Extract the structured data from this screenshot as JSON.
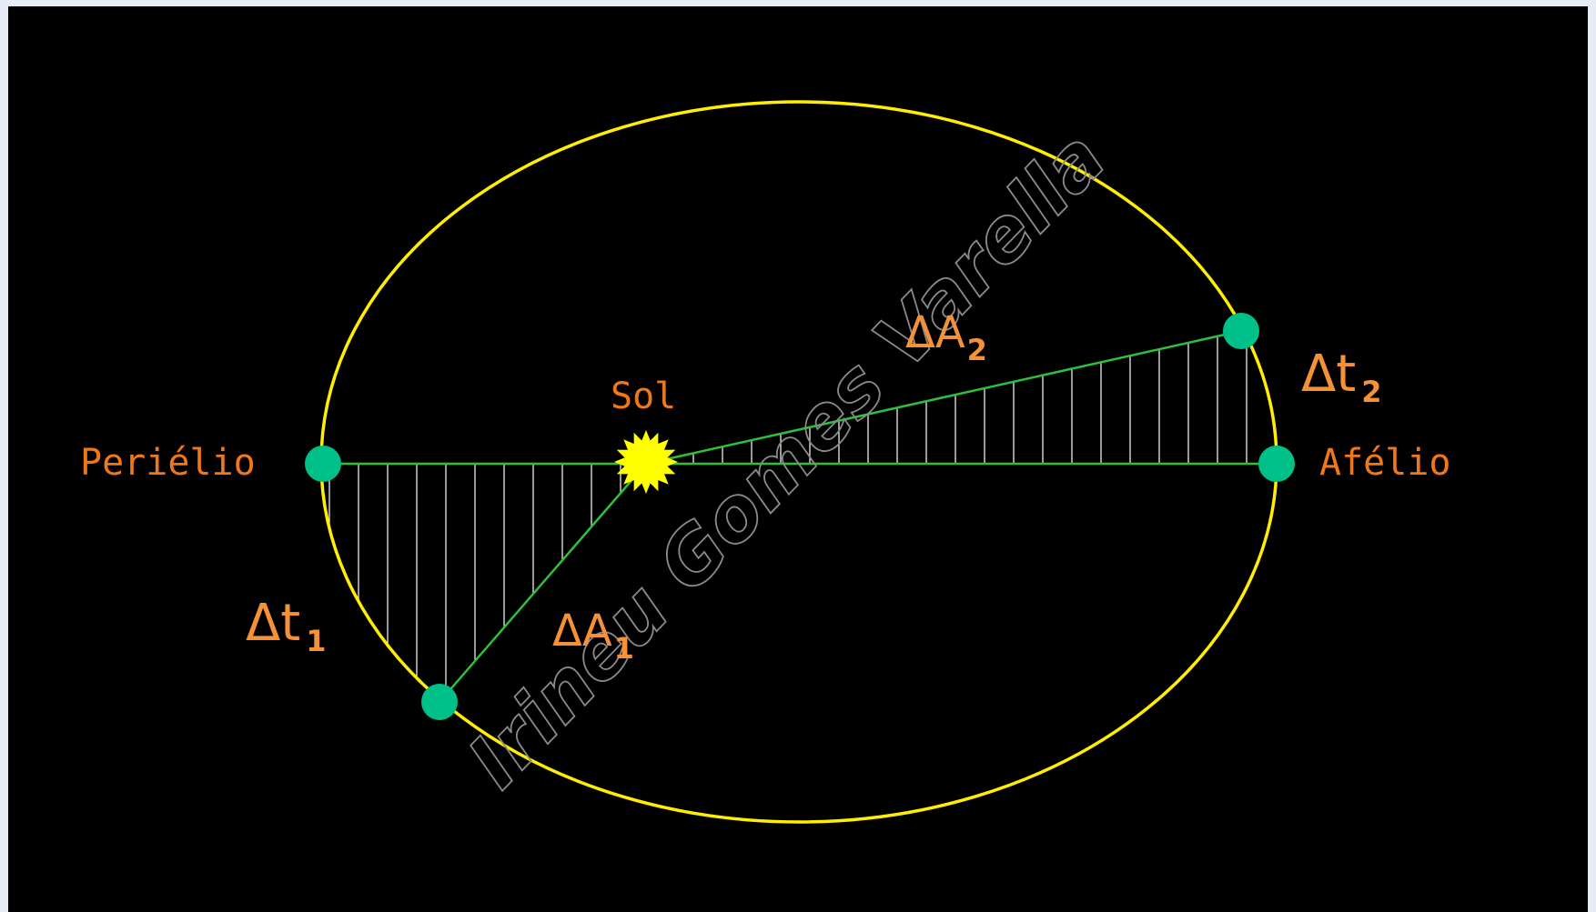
{
  "labels": {
    "perihelion": "Periélio",
    "aphelion": "Afélio",
    "sun": "Sol",
    "delta_t1": "Δt",
    "delta_t1_sub": "1",
    "delta_t2": "Δt",
    "delta_t2_sub": "2",
    "delta_a1": "ΔA",
    "delta_a1_sub": "1",
    "delta_a2": "ΔA",
    "delta_a2_sub": "2"
  },
  "watermark": "Irineu Gomes Varella",
  "colors": {
    "background": "#000000",
    "border": "#e6edf6",
    "orbit": "#ffee00",
    "radius_lines": "#2fbf3a",
    "planet": "#00c08a",
    "sun": "#ffff00",
    "label": "#f07818",
    "hatch": "#ffffff"
  }
}
